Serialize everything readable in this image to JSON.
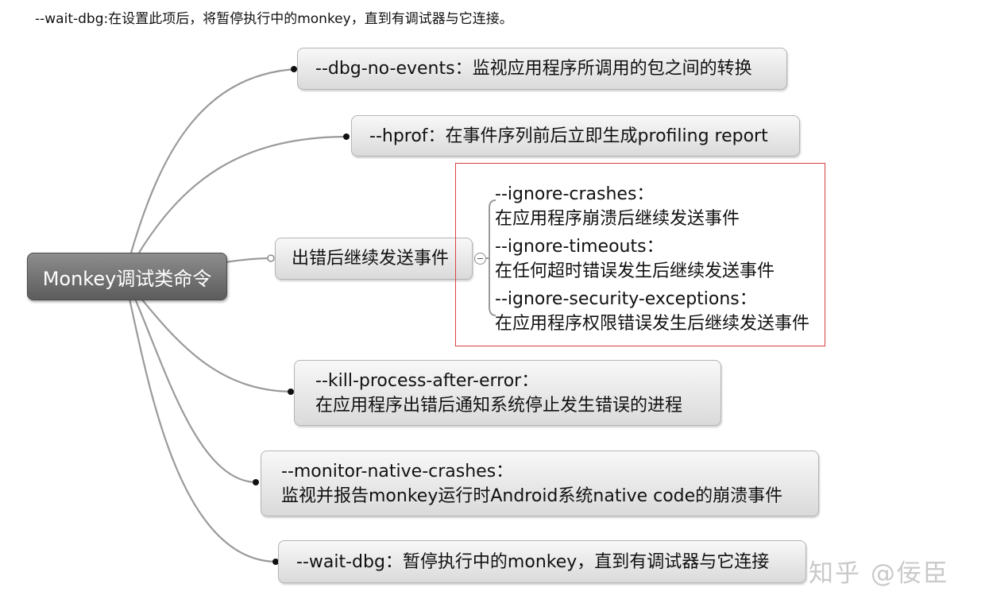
{
  "intro_text": "--wait-dbg:在设置此项后，将暂停执行中的monkey，直到有调试器与它连接。",
  "root_label": "Monkey调试类命令",
  "nodes": {
    "dbg_no_events": "--dbg-no-events：监视应用程序所调用的包之间的转换",
    "hprof": "--hprof：在事件序列前后立即生成profiling report",
    "error_continue": "出错后继续发送事件",
    "kill_process_title": "--kill-process-after-error：",
    "kill_process_desc": "在应用程序出错后通知系统停止发生错误的进程",
    "monitor_native_title": "--monitor-native-crashes：",
    "monitor_native_desc": "监视并报告monkey运行时Android系统native code的崩溃事件",
    "wait_dbg": "--wait-dbg：暂停执行中的monkey，直到有调试器与它连接"
  },
  "sub_items": [
    {
      "title": "--ignore-crashes：",
      "desc": "在应用程序崩溃后继续发送事件"
    },
    {
      "title": "--ignore-timeouts：",
      "desc": "在任何超时错误发生后继续发送事件"
    },
    {
      "title": "--ignore-security-exceptions：",
      "desc": "在应用程序权限错误发生后继续发送事件"
    }
  ],
  "watermark": "知乎 @佞臣",
  "colors": {
    "root_fill": "#6e6e6e",
    "node_fill": "#e8e8e8",
    "connector": "#9a9a9a",
    "highlight_border": "#d94040"
  }
}
